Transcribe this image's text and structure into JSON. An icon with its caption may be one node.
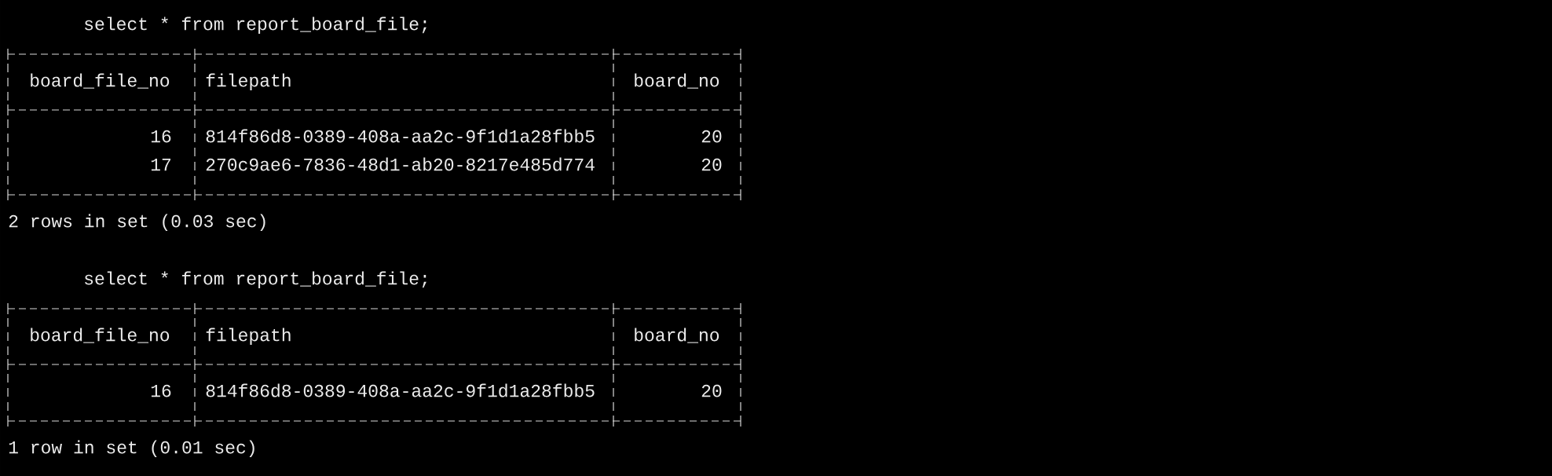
{
  "diagram": {
    "labels": [
      "select * from report_board_file;",
      "board_file_no",
      "filepath",
      "board_no",
      "16",
      "814f86d8-0389-408a-aa2c-9f1d1a28fbb5",
      "20",
      "17",
      "270c9ae6-7836-48d1-ab20-8217e485d774",
      "20",
      "2 rows in set (0.03 sec)",
      "select * from report_board_file;",
      "board_file_no",
      "filepath",
      "board_no",
      "16",
      "814f86d8-0389-408a-aa2c-9f1d1a28fbb5",
      "20",
      "1 row in set (0.01 sec)"
    ]
  }
}
